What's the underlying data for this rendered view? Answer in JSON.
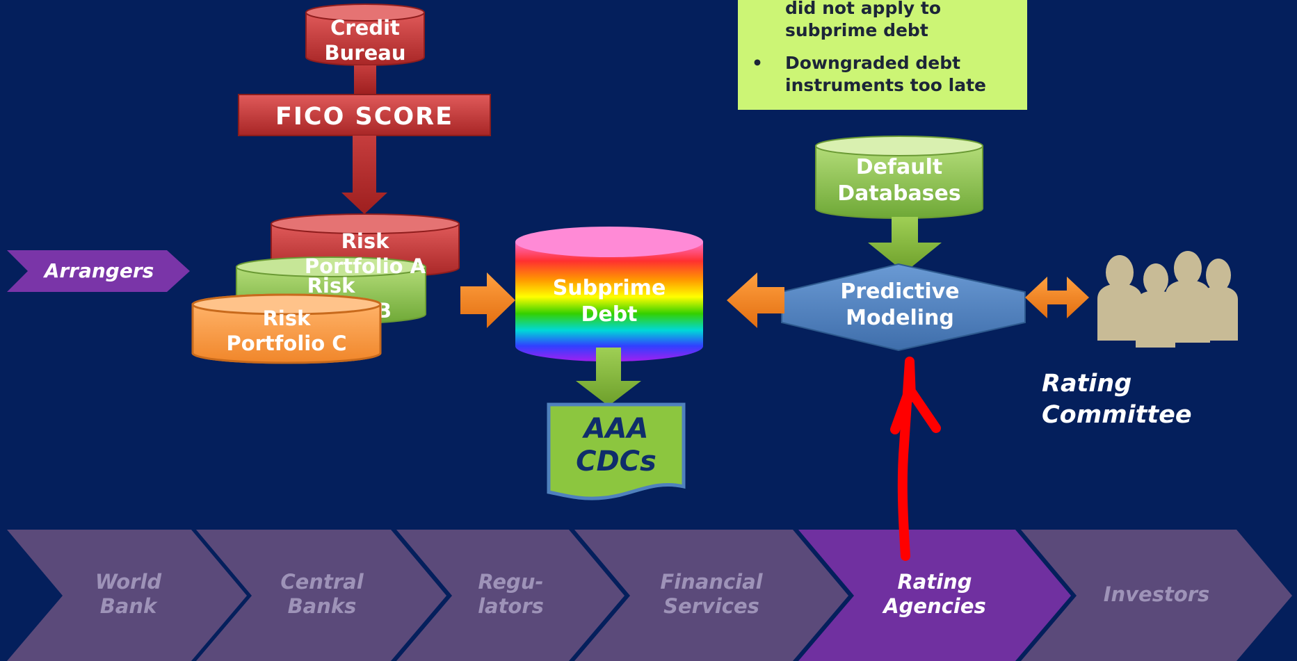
{
  "colors": {
    "background": "#041f5c",
    "red_bureau": "#c13838",
    "green_db": "#8bc34a",
    "orange_arrow": "#f08a24",
    "predictive_blue": "#4f81bd",
    "note_bg": "#ccf575",
    "chevron_inactive": "#5b4a7a",
    "chevron_active": "#7030a0",
    "annotation_red": "#ff0000",
    "silhouette": "#c8bb96"
  },
  "credit_bureau": {
    "line1": "Credit",
    "line2": "Bureau"
  },
  "fico": {
    "label": "FICO SCORE"
  },
  "portfolios": {
    "a": {
      "line1": "Risk",
      "line2": "Portfolio A"
    },
    "b": {
      "line1": "Risk",
      "line2": "Portfolio B"
    },
    "c": {
      "line1": "Risk",
      "line2": "Portfolio C"
    }
  },
  "arrangers": {
    "label": "Arrangers"
  },
  "subprime": {
    "line1": "Subprime",
    "line2": "Debt"
  },
  "aaa": {
    "line1": "AAA",
    "line2": "CDCs"
  },
  "default_db": {
    "line1": "Default",
    "line2": "Databases"
  },
  "predictive": {
    "line1": "Predictive",
    "line2": "Modeling"
  },
  "rating_committee": {
    "line1": "Rating",
    "line2": "Committee"
  },
  "note": {
    "item1_line1": "did not apply to",
    "item1_line2": "subprime debt",
    "item2_line1": "Downgraded debt",
    "item2_line2": "instruments too late"
  },
  "chevrons": [
    {
      "line1": "World",
      "line2": "Bank",
      "active": false
    },
    {
      "line1": "Central",
      "line2": "Banks",
      "active": false
    },
    {
      "line1": "Regu-",
      "line2": "lators",
      "active": false
    },
    {
      "line1": "Financial",
      "line2": "Services",
      "active": false
    },
    {
      "line1": "Rating",
      "line2": "Agencies",
      "active": true
    },
    {
      "line1": "Investors",
      "line2": "",
      "active": false
    }
  ]
}
